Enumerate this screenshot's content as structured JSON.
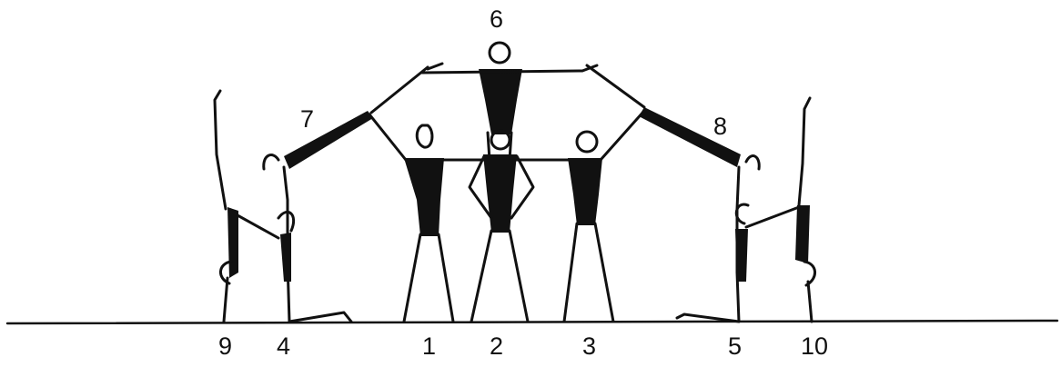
{
  "diagram": {
    "labels": {
      "p1": "1",
      "p2": "2",
      "p3": "3",
      "p4": "4",
      "p5": "5",
      "p6": "6",
      "p7": "7",
      "p8": "8",
      "p9": "9",
      "p10": "10"
    },
    "colors": {
      "ink": "#111111",
      "background": "#ffffff"
    }
  }
}
